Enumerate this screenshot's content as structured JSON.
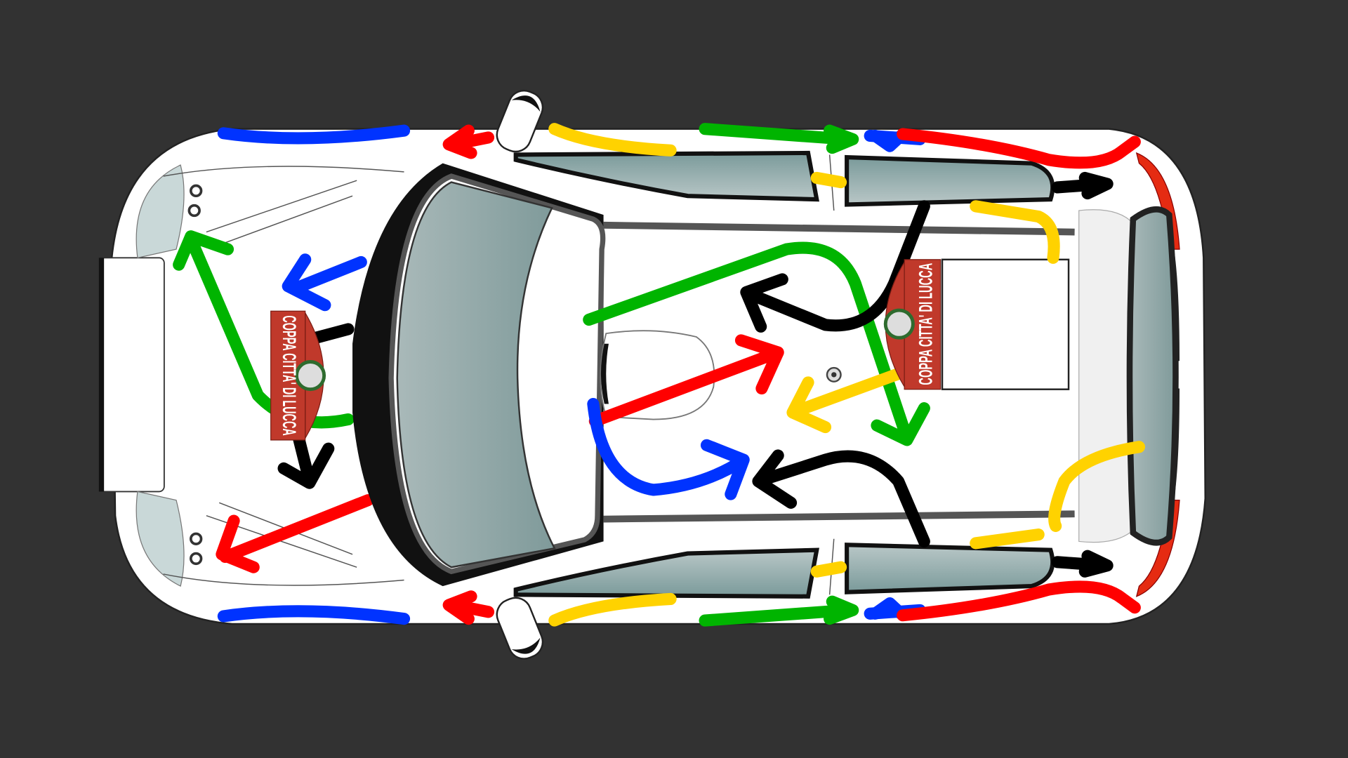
{
  "title": "Rally car livery top view",
  "plates": {
    "front": {
      "text": "COPPA CITTA' DI LUCCA"
    },
    "rear": {
      "text": "COPPA CITTA' DI LUCCA"
    }
  },
  "colors": {
    "background": "#323232",
    "body": "#ffffff",
    "glass": "#8fa8a8",
    "plate_red": "#c0392b",
    "stripe_red": "#ff0000",
    "stripe_green": "#00b400",
    "stripe_blue": "#0033ff",
    "stripe_yellow": "#ffd200",
    "stripe_black": "#000000"
  }
}
